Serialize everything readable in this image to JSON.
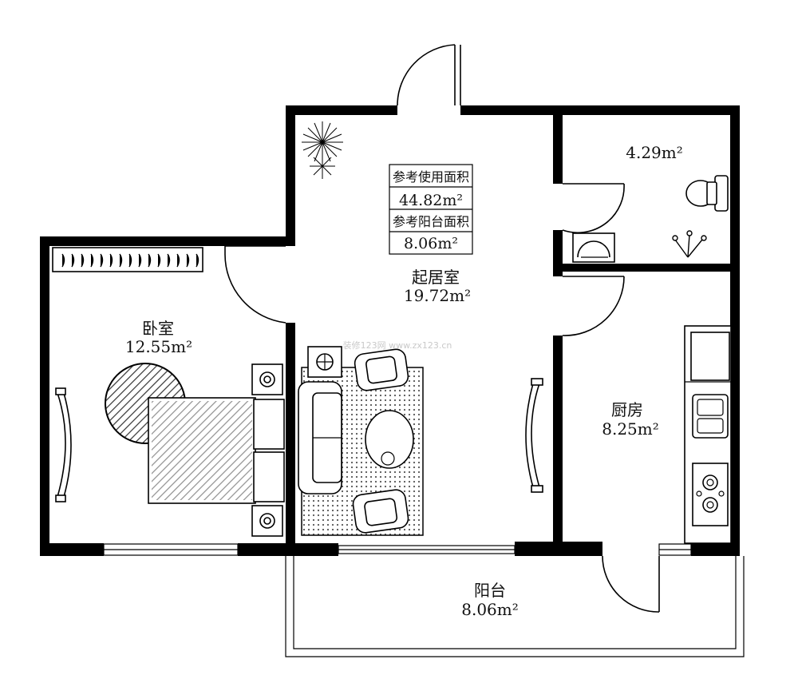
{
  "reference_box": {
    "usable_area_label": "参考使用面积",
    "usable_area_value": "44.82m²",
    "balcony_area_label": "参考阳台面积",
    "balcony_area_value": "8.06m²"
  },
  "rooms": {
    "living_room": {
      "name": "起居室",
      "area": "19.72m²"
    },
    "bedroom": {
      "name": "卧室",
      "area": "12.55m²"
    },
    "bathroom": {
      "area": "4.29m²"
    },
    "kitchen": {
      "name": "厨房",
      "area": "8.25m²"
    },
    "balcony": {
      "name": "阳台",
      "area": "8.06m²"
    }
  },
  "watermark": "装修123网 www.zx123.cn"
}
